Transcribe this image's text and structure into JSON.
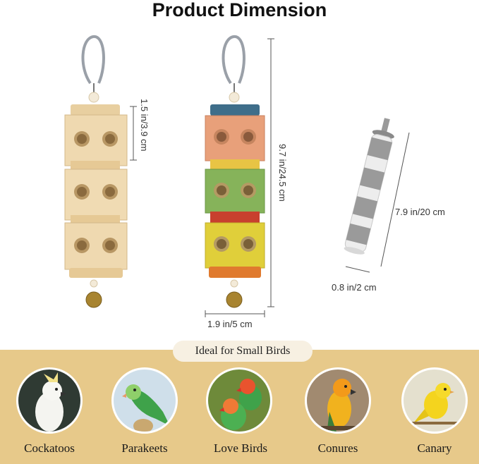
{
  "title": "Product Dimension",
  "dimensions": {
    "cube_height": "1.5 in/3.9 cm",
    "toy_height": "9.7 in/24.5 cm",
    "toy_width": "1.9 in/5 cm",
    "perch_length": "7.9 in/20 cm",
    "perch_diameter": "0.8 in/2 cm"
  },
  "banner": "Ideal for Small Birds",
  "birds": [
    {
      "name": "Cockatoos"
    },
    {
      "name": "Parakeets"
    },
    {
      "name": "Love Birds"
    },
    {
      "name": "Conures"
    },
    {
      "name": "Canary"
    }
  ],
  "colors": {
    "background_bottom": "#e7c98a",
    "wood": "#efd9b0",
    "pink_block": "#e8a07a",
    "green_block": "#86b35a",
    "yellow_block": "#e0cf3a"
  }
}
